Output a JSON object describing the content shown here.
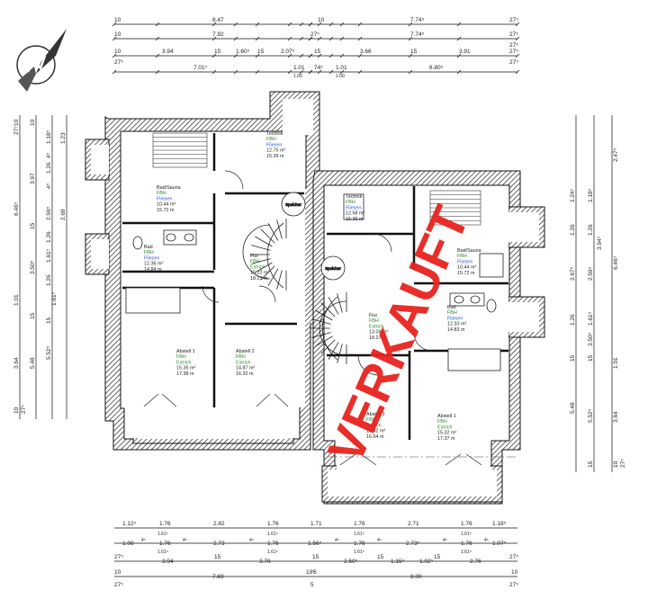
{
  "plan": {
    "sold_stamp": "VERKAUFT",
    "stamp_color": "#e8231f",
    "fbh_color": "#2a8a2a",
    "flies_color": "#2a5bd0",
    "rooms": [
      {
        "id": "bad-sauna-west",
        "name": "Bad/Sauna",
        "fbh": "FBH",
        "floor": "Fliesen",
        "area": "10.44 m²",
        "perimeter": "15.72 m"
      },
      {
        "id": "technik-west",
        "name": "Technik",
        "fbh": "FBH",
        "floor": "Fliesen",
        "area": "12.75 m²",
        "perimeter": "15.39 m"
      },
      {
        "id": "bad-west",
        "name": "Bad",
        "fbh": "FBH",
        "floor": "Fliesen",
        "area": "12.36 m²",
        "perimeter": "14.84 m"
      },
      {
        "id": "flur-west",
        "name": "Flur",
        "fbh": "FBH",
        "floor": "Estrich",
        "area": "15.22 m²",
        "perimeter": "18.27 m"
      },
      {
        "id": "abstell1-west",
        "name": "Abstell 1",
        "fbh": "FBH",
        "floor": "Estrich",
        "area": "15.35 m²",
        "perimeter": "17.38 m"
      },
      {
        "id": "abstell2-west",
        "name": "Abstell 2",
        "fbh": "FBH",
        "floor": "Estrich",
        "area": "14.87 m²",
        "perimeter": "16.32 m"
      },
      {
        "id": "technik-east",
        "name": "Technik",
        "fbh": "FBH",
        "floor": "Fliesen",
        "area": "12.68 m²",
        "perimeter": "15.36 m"
      },
      {
        "id": "bad-sauna-east",
        "name": "Bad/Sauna",
        "fbh": "FBH",
        "floor": "Fliesen",
        "area": "10.44 m²",
        "perimeter": "15.72 m"
      },
      {
        "id": "bad-east",
        "name": "Bad",
        "fbh": "FBH",
        "floor": "Fliesen",
        "area": "12.33 m²",
        "perimeter": "14.83 m"
      },
      {
        "id": "flur-east",
        "name": "Flur",
        "fbh": "FBH",
        "floor": "Estrich",
        "area": "13.04 m²",
        "perimeter": "18.27 m"
      },
      {
        "id": "abstell2-east",
        "name": "Abstell 2",
        "fbh": "FBH",
        "floor": "Estrich",
        "area": "15.42 m²",
        "perimeter": "16.64 m"
      },
      {
        "id": "abstell1-east",
        "name": "Abstell 1",
        "fbh": "FBH",
        "floor": "Estrich",
        "area": "15.32 m²",
        "perimeter": "17.37 m"
      }
    ],
    "fixtures": {
      "speicher": "Speicher"
    },
    "dims_top": {
      "row1": [
        "10",
        "8.47",
        "10",
        "7.74⁵",
        "27⁵"
      ],
      "row2": [
        "10",
        "7.92",
        "27⁵",
        "7.74⁵",
        "27⁵"
      ],
      "row2b": [
        "27⁵"
      ],
      "row3": [
        "10",
        "3.94",
        "15",
        "1.60⁵",
        "15",
        "2.07⁵",
        "15",
        "3.66",
        "15",
        "3.91",
        "27⁵"
      ],
      "row3b": [
        "27⁵"
      ],
      "row4": [
        "7.01⁵",
        "1.01",
        "74⁵",
        "1.01",
        "6.80⁵"
      ],
      "row4b": [
        "1.00",
        "1.00"
      ]
    },
    "dims_bottom": {
      "row1": [
        "1.12⁵",
        "1.76",
        "2.82",
        "1.76",
        "1.71",
        "1.76",
        "2.71",
        "1.76",
        "1.18⁵"
      ],
      "row1b": [
        "1.61⁵",
        "1.61⁵",
        "1.61⁵",
        "1.61⁵"
      ],
      "row2": [
        "1.08",
        "4⁵",
        "1.76",
        "4⁵",
        "2.73",
        "4⁵",
        "1.76",
        "1.56⁵",
        "4⁵",
        "1.76",
        "4⁵",
        "2.73⁵",
        "4⁵",
        "1.76",
        "4⁵",
        "1.07⁵"
      ],
      "row2b": [
        "1.61⁵",
        "1.61⁵",
        "1.61⁵",
        "1.61⁵"
      ],
      "row3": [
        "27⁵",
        "3.94",
        "15",
        "3.78",
        "15",
        "2.50⁵",
        "15",
        "1.15⁵",
        "1.02⁵",
        "15",
        "2.76",
        "27⁵"
      ],
      "row4": [
        "10",
        "7.69",
        "19⁵",
        "5",
        "8.00",
        "10"
      ],
      "row4b": [
        "27⁵",
        "5",
        "27⁵"
      ]
    },
    "dims_left": {
      "col1": [
        "10",
        "27⁵",
        "6.46⁵",
        "1.01",
        "3.64",
        "10",
        "27⁵"
      ],
      "col2": [
        "10",
        "3.97",
        "15",
        "3.50⁵",
        "15",
        "5.48"
      ],
      "col3": [
        "1.18⁵",
        "4⁵",
        "1.26",
        "4⁵",
        "2.59⁵",
        "1.26",
        "1.61⁵",
        "1.26",
        "1.61⁵",
        "15",
        "5.52⁵"
      ],
      "col4": [
        "1.23",
        "2.69"
      ]
    },
    "dims_right": {
      "col1": [
        "2.47⁵",
        "6.46⁵",
        "3.94⁵",
        "1.01",
        "3.64",
        "10",
        "27⁵"
      ],
      "col2": [
        "1.24⁵",
        "1.26",
        "2.67⁵",
        "1.26",
        "5.48",
        "15"
      ],
      "col3": [
        "1.18⁵",
        "1.26",
        "2.59⁵",
        "1.61⁵",
        "3.50⁵",
        "15",
        "5.52⁵",
        "15"
      ]
    }
  }
}
